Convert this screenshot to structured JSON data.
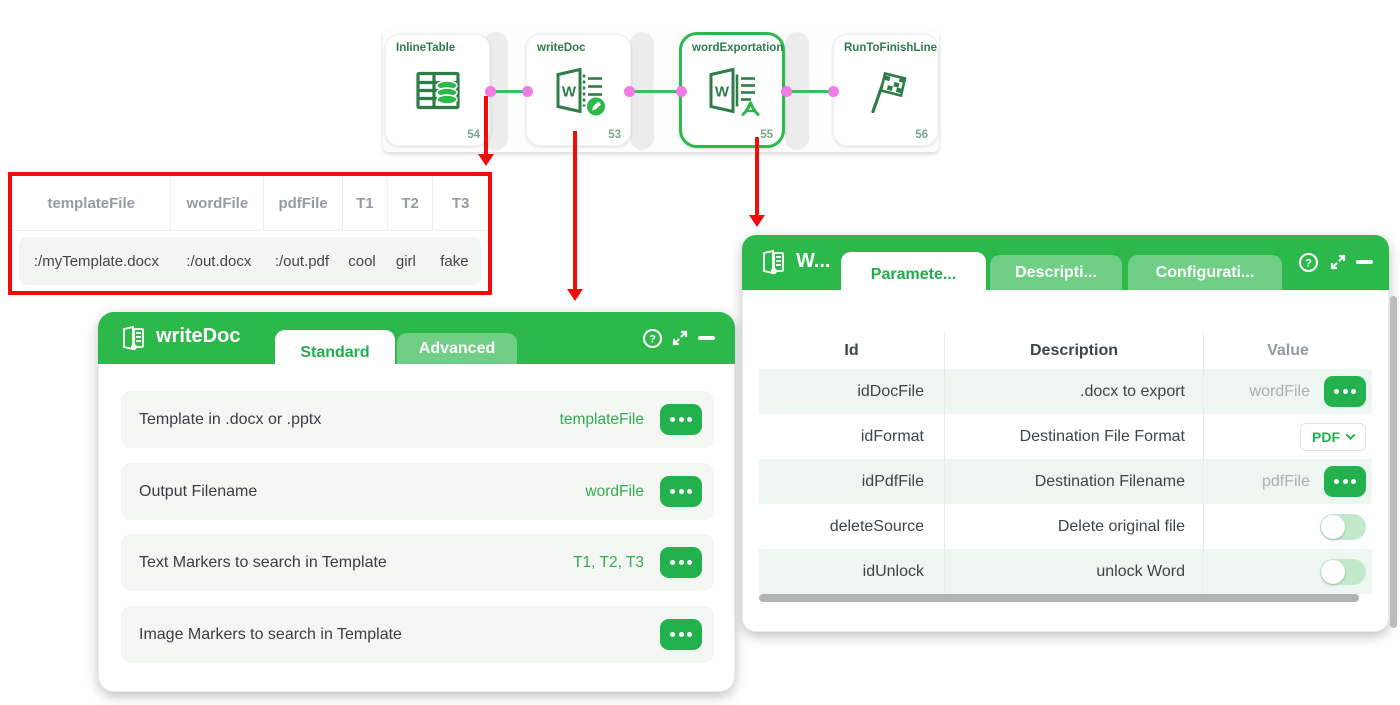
{
  "colors": {
    "accent_green": "#2db84c",
    "arrow_red": "#f10c0c",
    "connector_pink": "#f07be5"
  },
  "workflow": {
    "nodes": [
      {
        "label": "InlineTable",
        "number": "54"
      },
      {
        "label": "writeDoc",
        "number": "53"
      },
      {
        "label": "wordExportation",
        "number": "55"
      },
      {
        "label": "RunToFinishLine",
        "number": "56"
      }
    ]
  },
  "data_table": {
    "headers": [
      "templateFile",
      "wordFile",
      "pdfFile",
      "T1",
      "T2",
      "T3"
    ],
    "row": [
      ":/myTemplate.docx",
      ":/out.docx",
      ":/out.pdf",
      "cool",
      "girl",
      "fake"
    ]
  },
  "writedoc_panel": {
    "title": "writeDoc",
    "tabs": [
      {
        "label": "Standard"
      },
      {
        "label": "Advanced"
      }
    ],
    "rows": [
      {
        "label": "Template in .docx or .pptx",
        "value": "templateFile"
      },
      {
        "label": "Output Filename",
        "value": "wordFile"
      },
      {
        "label": "Text Markers to search in Template",
        "value": "T1, T2, T3"
      },
      {
        "label": "Image Markers to search in Template",
        "value": ""
      }
    ]
  },
  "export_panel": {
    "title": "W...",
    "tabs": [
      {
        "label": "Paramete..."
      },
      {
        "label": "Descripti..."
      },
      {
        "label": "Configurati..."
      }
    ],
    "table": {
      "headers": [
        "Id",
        "Description",
        "Value"
      ],
      "rows": [
        {
          "id": "idDocFile",
          "description": ".docx to export",
          "value": "wordFile"
        },
        {
          "id": "idFormat",
          "description": "Destination File Format",
          "value": "PDF"
        },
        {
          "id": "idPdfFile",
          "description": "Destination Filename",
          "value": "pdfFile"
        },
        {
          "id": "deleteSource",
          "description": "Delete original file",
          "value": ""
        },
        {
          "id": "idUnlock",
          "description": "unlock Word",
          "value": ""
        }
      ]
    }
  },
  "help_glyph": "?"
}
